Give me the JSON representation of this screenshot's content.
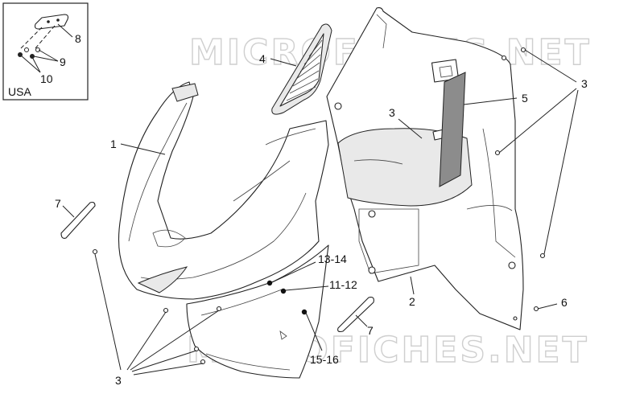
{
  "watermark": {
    "text": "MICROFICHES.NET"
  },
  "inset": {
    "region_label": "USA"
  },
  "callouts": [
    {
      "id": "c1",
      "text": "1"
    },
    {
      "id": "c2",
      "text": "2"
    },
    {
      "id": "c3a",
      "text": "3"
    },
    {
      "id": "c3b",
      "text": "3"
    },
    {
      "id": "c3c",
      "text": "3"
    },
    {
      "id": "c4",
      "text": "4"
    },
    {
      "id": "c5",
      "text": "5"
    },
    {
      "id": "c6",
      "text": "6"
    },
    {
      "id": "c7a",
      "text": "7"
    },
    {
      "id": "c7b",
      "text": "7"
    },
    {
      "id": "c8",
      "text": "8"
    },
    {
      "id": "c9",
      "text": "9"
    },
    {
      "id": "c10",
      "text": "10"
    },
    {
      "id": "c1314",
      "text": "13-14"
    },
    {
      "id": "c1112",
      "text": "11-12"
    },
    {
      "id": "c1516",
      "text": "15-16"
    }
  ]
}
